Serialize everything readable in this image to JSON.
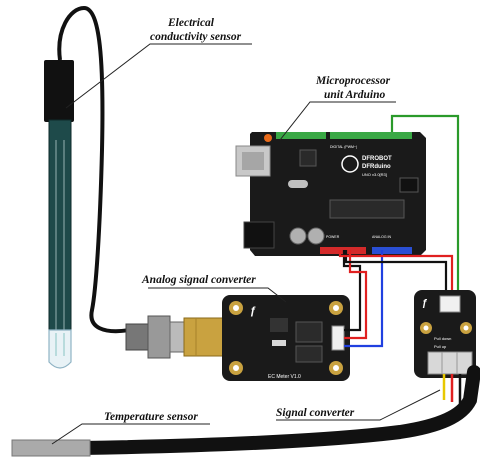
{
  "labels": {
    "ec_sensor_line1": "Electrical",
    "ec_sensor_line2": "conductivity sensor",
    "micro_line1": "Microprocessor",
    "micro_line2": "unit Arduino",
    "analog_converter": "Analog signal converter",
    "temperature_sensor": "Temperature sensor",
    "signal_converter": "Signal converter"
  },
  "board_text": {
    "brand_1": "DFROBOT",
    "brand_2": "DFRduino",
    "brand_3": "UNO v3.0[R3]",
    "ec_meter": "EC Meter V1.0",
    "pull_down": "Pull down",
    "pull_up": "Pull up",
    "digital_pwm": "DIGITAL (PWM~)",
    "power": "POWER",
    "analog_in": "ANALOG IN"
  },
  "colors": {
    "pcb_black": "#1a1a1a",
    "header_green": "#3aa845",
    "header_red": "#d42a2a",
    "header_blue": "#2a4fd4",
    "wire_green": "#2a9a2a",
    "wire_red": "#e02020",
    "wire_blue": "#2040e0",
    "wire_black": "#111111",
    "wire_yellow": "#e8c800",
    "probe_teal": "#1e4a4a",
    "brass": "#c9a240",
    "cable_gray": "#aaaaaa"
  }
}
